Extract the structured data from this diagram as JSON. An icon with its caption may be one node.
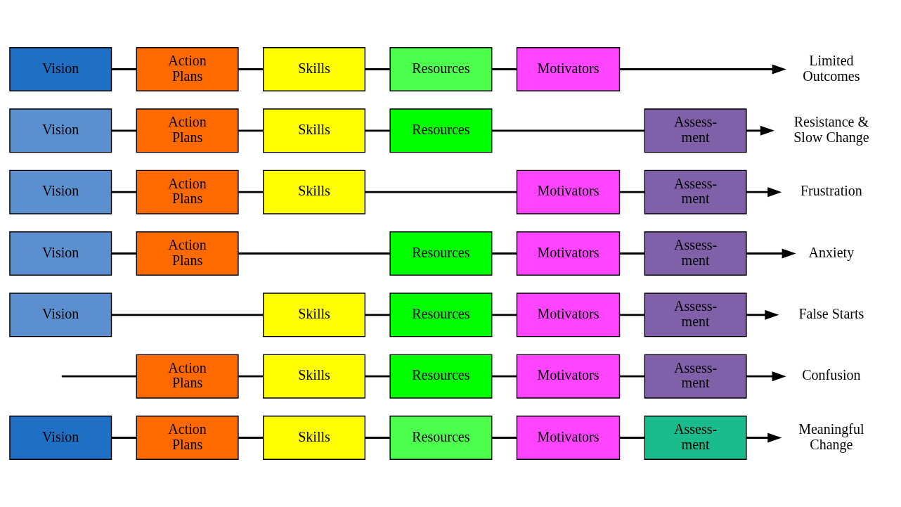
{
  "diagram": {
    "nodes": [
      {
        "text": [
          "Vision"
        ]
      },
      {
        "text": [
          "Action Plans"
        ]
      },
      {
        "text": [
          "Skills"
        ]
      },
      {
        "text": [
          "Resources"
        ]
      },
      {
        "text": [
          "Motivators"
        ]
      },
      {
        "text": [
          "Assess- ment"
        ]
      },
      {
        "text": [
          "Meaningful Change"
        ]
      },
      {
        "text": [
          "Action Plans"
        ]
      },
      {
        "text": [
          "Skills"
        ]
      },
      {
        "text": [
          "Resources"
        ]
      },
      {
        "text": [
          "Motivators"
        ]
      },
      {
        "text": [
          "Assess- ment"
        ]
      },
      {
        "text": [
          "Confusion"
        ]
      },
      {
        "text": [
          "Vision"
        ]
      },
      {
        "text": [
          "Skills"
        ]
      },
      {
        "text": [
          "Resources"
        ]
      },
      {
        "text": [
          "Motivators"
        ]
      },
      {
        "text": [
          "Assess- ment"
        ]
      },
      {
        "text": [
          "False Starts"
        ]
      },
      {
        "text": [
          "Vision"
        ]
      },
      {
        "text": [
          "Action Plans"
        ]
      },
      {
        "text": [
          "Resources"
        ]
      },
      {
        "text": [
          "Motivators"
        ]
      },
      {
        "text": [
          "Assess- ment"
        ]
      },
      {
        "text": [
          "Anxiety"
        ]
      },
      {
        "text": [
          "Vision"
        ]
      },
      {
        "text": [
          "Action Plans"
        ]
      },
      {
        "text": [
          "Skills"
        ]
      },
      {
        "text": [
          "Motivators"
        ]
      },
      {
        "text": [
          "Assess- ment"
        ]
      },
      {
        "text": [
          "Frustration"
        ]
      },
      {
        "text": [
          "Vision"
        ]
      },
      {
        "text": [
          "Action Plans"
        ]
      },
      {
        "text": [
          "Skills"
        ]
      },
      {
        "text": [
          "Resources"
        ]
      },
      {
        "text": [
          "Assess- ment"
        ]
      },
      {
        "text": [
          "Resistance & Slow Change"
        ]
      },
      {
        "text": [
          "Vision"
        ]
      },
      {
        "text": [
          "Action Plans"
        ]
      },
      {
        "text": [
          "Skills"
        ]
      },
      {
        "text": [
          "Resources"
        ]
      },
      {
        "text": [
          "Motivators"
        ]
      },
      {
        "text": [
          "Limited Outcomes"
        ]
      }
    ],
    "edges": [
      {
        "from": 0,
        "to": 1,
        "arrow": "none"
      },
      {
        "from": 1,
        "to": 2,
        "arrow": "none"
      },
      {
        "from": 2,
        "to": 3,
        "arrow": "none"
      },
      {
        "from": 3,
        "to": 4,
        "arrow": "none"
      },
      {
        "from": 4,
        "to": 5,
        "arrow": "none"
      },
      {
        "from": 5,
        "to": 6,
        "arrow": "to"
      },
      {
        "from": null,
        "to": 7,
        "arrow": "none"
      },
      {
        "from": 7,
        "to": 8,
        "arrow": "none"
      },
      {
        "from": 8,
        "to": 9,
        "arrow": "none"
      },
      {
        "from": 9,
        "to": 10,
        "arrow": "none"
      },
      {
        "from": 10,
        "to": 11,
        "arrow": "none"
      },
      {
        "from": 11,
        "to": 12,
        "arrow": "to"
      },
      {
        "from": 13,
        "to": 14,
        "arrow": "none"
      },
      {
        "from": 14,
        "to": 15,
        "arrow": "none"
      },
      {
        "from": 15,
        "to": 16,
        "arrow": "none"
      },
      {
        "from": 16,
        "to": 17,
        "arrow": "none"
      },
      {
        "from": 17,
        "to": 18,
        "arrow": "to"
      },
      {
        "from": 19,
        "to": 20,
        "arrow": "none"
      },
      {
        "from": 20,
        "to": 21,
        "arrow": "none"
      },
      {
        "from": 21,
        "to": 22,
        "arrow": "none"
      },
      {
        "from": 22,
        "to": 23,
        "arrow": "none"
      },
      {
        "from": 23,
        "to": 24,
        "arrow": "to"
      },
      {
        "from": 25,
        "to": 26,
        "arrow": "none"
      },
      {
        "from": 26,
        "to": 27,
        "arrow": "none"
      },
      {
        "from": 27,
        "to": 28,
        "arrow": "none"
      },
      {
        "from": 28,
        "to": 29,
        "arrow": "none"
      },
      {
        "from": 29,
        "to": 30,
        "arrow": "to"
      },
      {
        "from": 31,
        "to": 32,
        "arrow": "none"
      },
      {
        "from": 32,
        "to": 33,
        "arrow": "none"
      },
      {
        "from": 33,
        "to": 34,
        "arrow": "none"
      },
      {
        "from": 34,
        "to": 35,
        "arrow": "none"
      },
      {
        "from": 35,
        "to": 36,
        "arrow": "to"
      },
      {
        "from": 37,
        "to": 38,
        "arrow": "none"
      },
      {
        "from": 38,
        "to": 39,
        "arrow": "none"
      },
      {
        "from": 39,
        "to": 40,
        "arrow": "none"
      },
      {
        "from": 40,
        "to": 41,
        "arrow": "none"
      },
      {
        "from": 41,
        "to": 42,
        "arrow": "to"
      }
    ]
  }
}
